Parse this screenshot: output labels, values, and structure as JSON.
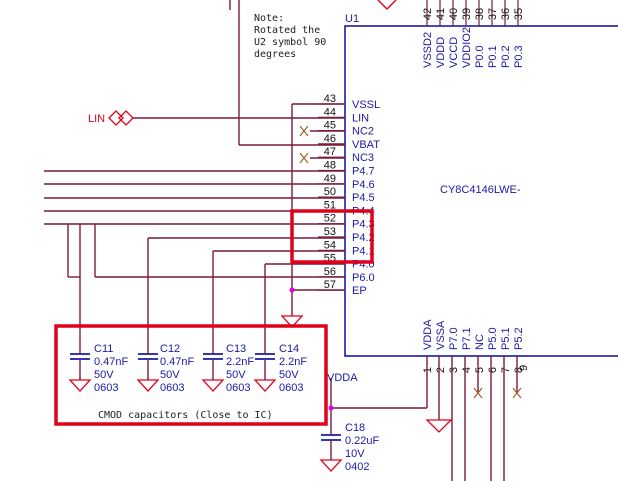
{
  "colors": {
    "wire": "#7a1a3a",
    "ic_outline": "#1a1aa6",
    "label_text": "#1a1aa6",
    "net_label_lin": "#e0001a",
    "highlight_box": "#e0001a",
    "junction_dot": "#e000e0",
    "nc_cross": "#a06030"
  },
  "note": {
    "line1": "Note:",
    "line2": "Rotated the",
    "line3": "U2 symbol 90",
    "line4": "degrees"
  },
  "ic": {
    "ref": "U1",
    "part": "CY8C4146LWE-",
    "left_pins": [
      {
        "num": "43",
        "name": "VSSL"
      },
      {
        "num": "44",
        "name": "LIN"
      },
      {
        "num": "45",
        "name": "NC2"
      },
      {
        "num": "46",
        "name": "VBAT"
      },
      {
        "num": "47",
        "name": "NC3"
      },
      {
        "num": "48",
        "name": "P4.7"
      },
      {
        "num": "49",
        "name": "P4.6"
      },
      {
        "num": "50",
        "name": "P4.5"
      },
      {
        "num": "51",
        "name": "P4.4"
      },
      {
        "num": "52",
        "name": "P4.3"
      },
      {
        "num": "53",
        "name": "P4.2"
      },
      {
        "num": "54",
        "name": "P4.1"
      },
      {
        "num": "55",
        "name": "P4.0"
      },
      {
        "num": "56",
        "name": "P6.0"
      },
      {
        "num": "57",
        "name": "EP"
      }
    ],
    "top_pins": [
      {
        "num": "42",
        "name": "VSSD2"
      },
      {
        "num": "41",
        "name": "VDDD"
      },
      {
        "num": "40",
        "name": "VCCD"
      },
      {
        "num": "39",
        "name": "VDDIO2"
      },
      {
        "num": "38",
        "name": "P0.0"
      },
      {
        "num": "37",
        "name": "P0.1"
      },
      {
        "num": "36",
        "name": "P0.2"
      },
      {
        "num": "35",
        "name": "P0.3"
      }
    ],
    "bottom_pins": [
      {
        "num": "1",
        "name": "VDDA"
      },
      {
        "num": "2",
        "name": "VSSA"
      },
      {
        "num": "3",
        "name": "P7.0"
      },
      {
        "num": "4",
        "name": "P7.1"
      },
      {
        "num": "5",
        "name": "NC"
      },
      {
        "num": "6",
        "name": "P5.0"
      },
      {
        "num": "7",
        "name": "P5.1"
      },
      {
        "num": "8",
        "name": "P5.2"
      }
    ]
  },
  "net_labels": {
    "lin": "LIN",
    "vdda": "VDDA"
  },
  "capacitors": [
    {
      "ref": "C11",
      "value": "0.47nF",
      "voltage": "50V",
      "package": "0603"
    },
    {
      "ref": "C12",
      "value": "0.47nF",
      "voltage": "50V",
      "package": "0603"
    },
    {
      "ref": "C13",
      "value": "2.2nF",
      "voltage": "50V",
      "package": "0603"
    },
    {
      "ref": "C14",
      "value": "2.2nF",
      "voltage": "50V",
      "package": "0603"
    },
    {
      "ref": "C18",
      "value": "0.22uF",
      "voltage": "10V",
      "package": "0402"
    }
  ],
  "cmod_caption": "CMOD capacitors (Close to IC)",
  "partial_pin_9": "9"
}
